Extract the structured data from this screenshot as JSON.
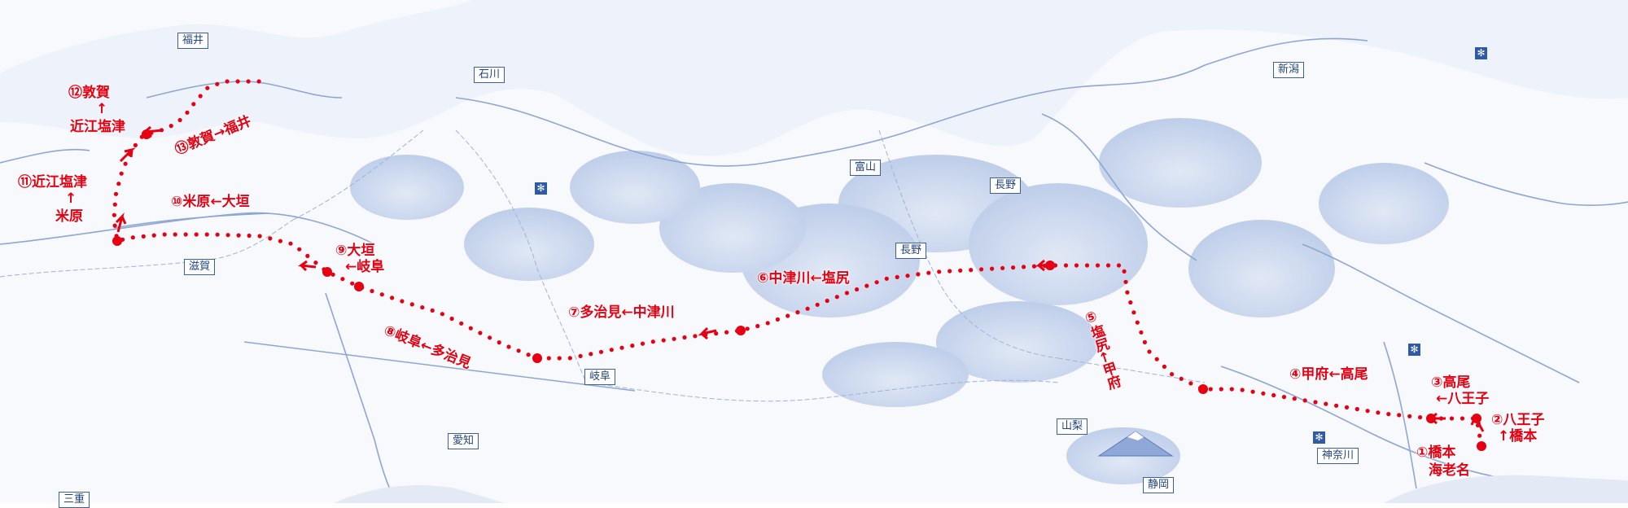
{
  "map": {
    "colors": {
      "background": "#ffffff",
      "terrain": "#c8d6ee",
      "rail": "#8ea6d4",
      "route": "#e60012",
      "region_border": "#3a5f9a"
    },
    "regions": [
      "福井",
      "石川",
      "新潟",
      "富山",
      "長野",
      "滋賀",
      "岐阜",
      "愛知",
      "山梨",
      "神奈川",
      "静岡",
      "三重"
    ],
    "route_labels": [
      "①橋本",
      "海老名",
      "②八王子",
      "↑橋本",
      "③高尾",
      "←八王子",
      "④甲府←高尾",
      "⑤塩尻←甲府",
      "⑥中津川←塩尻",
      "⑦多治見←中津川",
      "⑧岐阜←多治見",
      "⑨大垣",
      "←岐阜",
      "⑩米原←大垣",
      "⑪近江塩津",
      "↑",
      "米原",
      "⑫敦賀",
      "↑",
      "近江塩津",
      "⑬敦賀→福井"
    ],
    "icons": [
      "snow-icon",
      "snow-icon",
      "snow-icon",
      "snow-icon"
    ]
  }
}
